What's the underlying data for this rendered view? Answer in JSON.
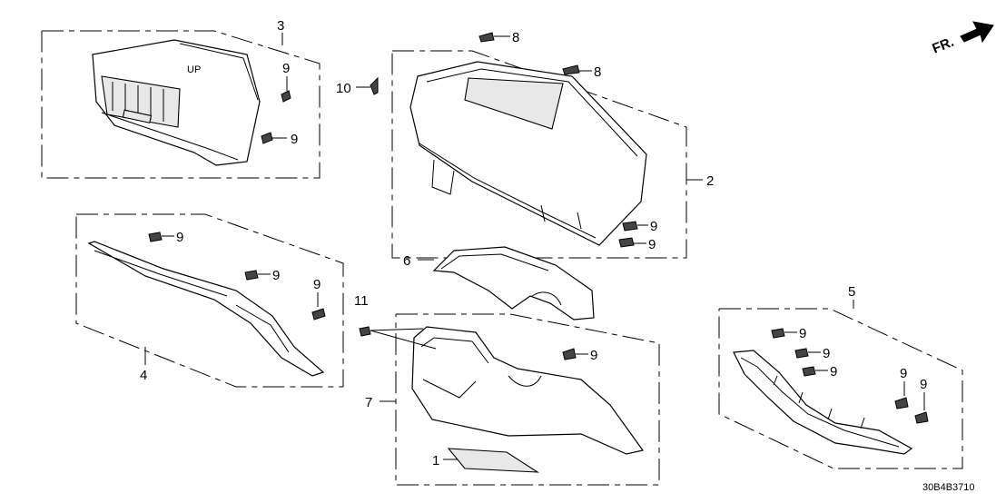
{
  "diagram": {
    "callouts": {
      "p1": "1",
      "p2": "2",
      "p3": "3",
      "p4": "4",
      "p5": "5",
      "p6": "6",
      "p7": "7",
      "p8a": "8",
      "p8b": "8",
      "p9_3a": "9",
      "p9_3b": "9",
      "p9_2a": "9",
      "p9_2b": "9",
      "p9_4a": "9",
      "p9_4b": "9",
      "p9_4c": "9",
      "p9_7": "9",
      "p9_5a": "9",
      "p9_5b": "9",
      "p9_5c": "9",
      "p9_5d": "9",
      "p9_5e": "9",
      "p10": "10",
      "p11": "11"
    },
    "embossed_text": "UP",
    "direction_label": "FR.",
    "diagram_code": "30B4B3710"
  }
}
